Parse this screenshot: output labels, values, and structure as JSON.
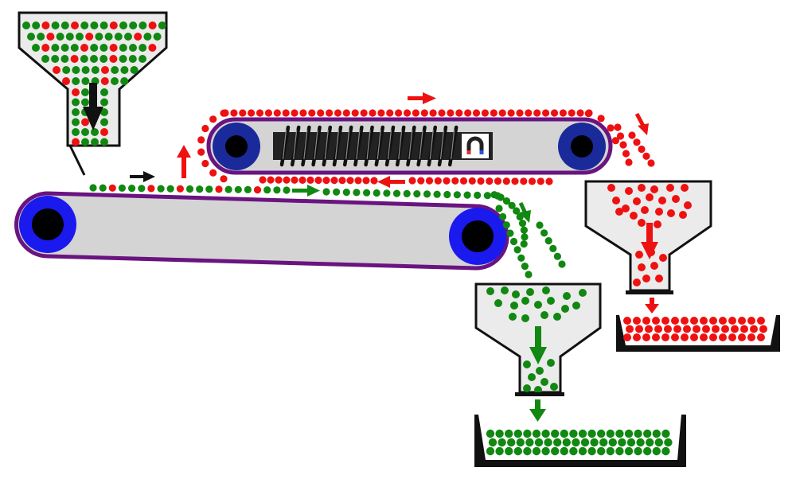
{
  "diagram": {
    "type": "magnetic-separator-conveyor",
    "colors": {
      "magnetic_particle": "#ee1111",
      "non_magnetic_particle": "#118811",
      "feed_arrow": "#111111",
      "belt_fill": "#d4d4d4",
      "belt_edge": "#6a1480",
      "lower_pulley": "#1a1aee",
      "upper_pulley": "#1a2a9a",
      "hopper_fill": "#ebebeb",
      "outline": "#111111"
    },
    "components": [
      "feed-hopper",
      "lower-conveyor-belt",
      "upper-magnetic-belt",
      "electromagnet-coil",
      "magnet-icon",
      "magnetic-collection-hopper",
      "non-magnetic-collection-hopper",
      "magnetic-product-tray",
      "non-magnetic-product-tray"
    ],
    "icons": [
      "horseshoe-magnet-icon",
      "flow-arrow-icon"
    ],
    "text": []
  }
}
